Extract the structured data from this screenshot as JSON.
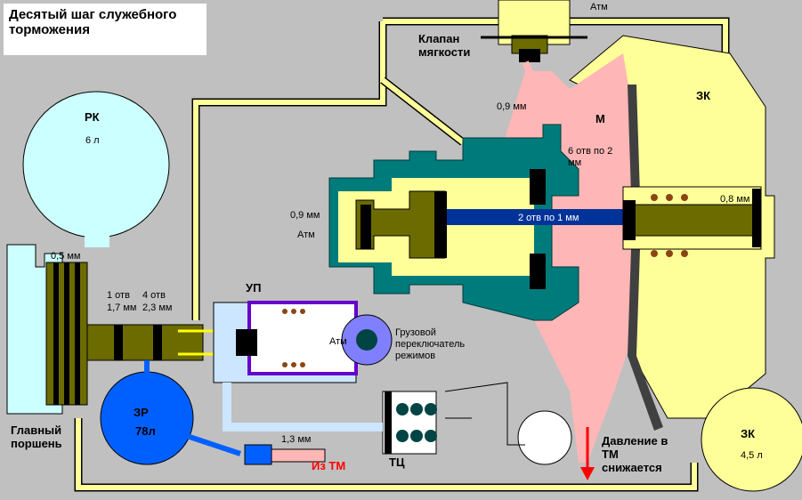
{
  "title": "Десятый шаг служебного торможения",
  "labels": {
    "rk": "РК",
    "rk_volume": "6 л",
    "zr": "ЗР",
    "zr_volume": "78л",
    "zk_top": "ЗК",
    "zk_bottom": "ЗК",
    "zk_volume": "4,5 л",
    "m": "М",
    "up": "УП",
    "tc": "ТЦ",
    "valve": "Клапан мягкости",
    "atm_top": "Атм",
    "atm_left": "Атм",
    "atm_up": "Атм",
    "gruz": "Грузовой переключатель режимов",
    "main_piston": "Главный поршень",
    "from_tm": "Из ТМ",
    "pressure": "Давление в ТМ снижается",
    "d05": "0,5 мм",
    "d1otv": "1 отв",
    "d17": "1,7 мм",
    "d4otv": "4 отв",
    "d23": "2,3 мм",
    "d09a": "0,9 мм",
    "d09b": "0,9 мм",
    "d6otv": "6 отв по 2 мм",
    "d2otv": "2 отв по 1 мм",
    "d08": "0,8 мм",
    "d13": "1,3 мм"
  },
  "colors": {
    "bg": "#c0c0c0",
    "yellow": "#ffff99",
    "pink": "#ffb6b6",
    "teal": "#007b7b",
    "olive": "#6b6b00",
    "blue": "#0060ff",
    "lightblue": "#cce6ff",
    "cyan": "#ccffff",
    "navy": "#003399",
    "purple": "#6600cc",
    "brown": "#8b4513",
    "red": "#ff0000"
  }
}
